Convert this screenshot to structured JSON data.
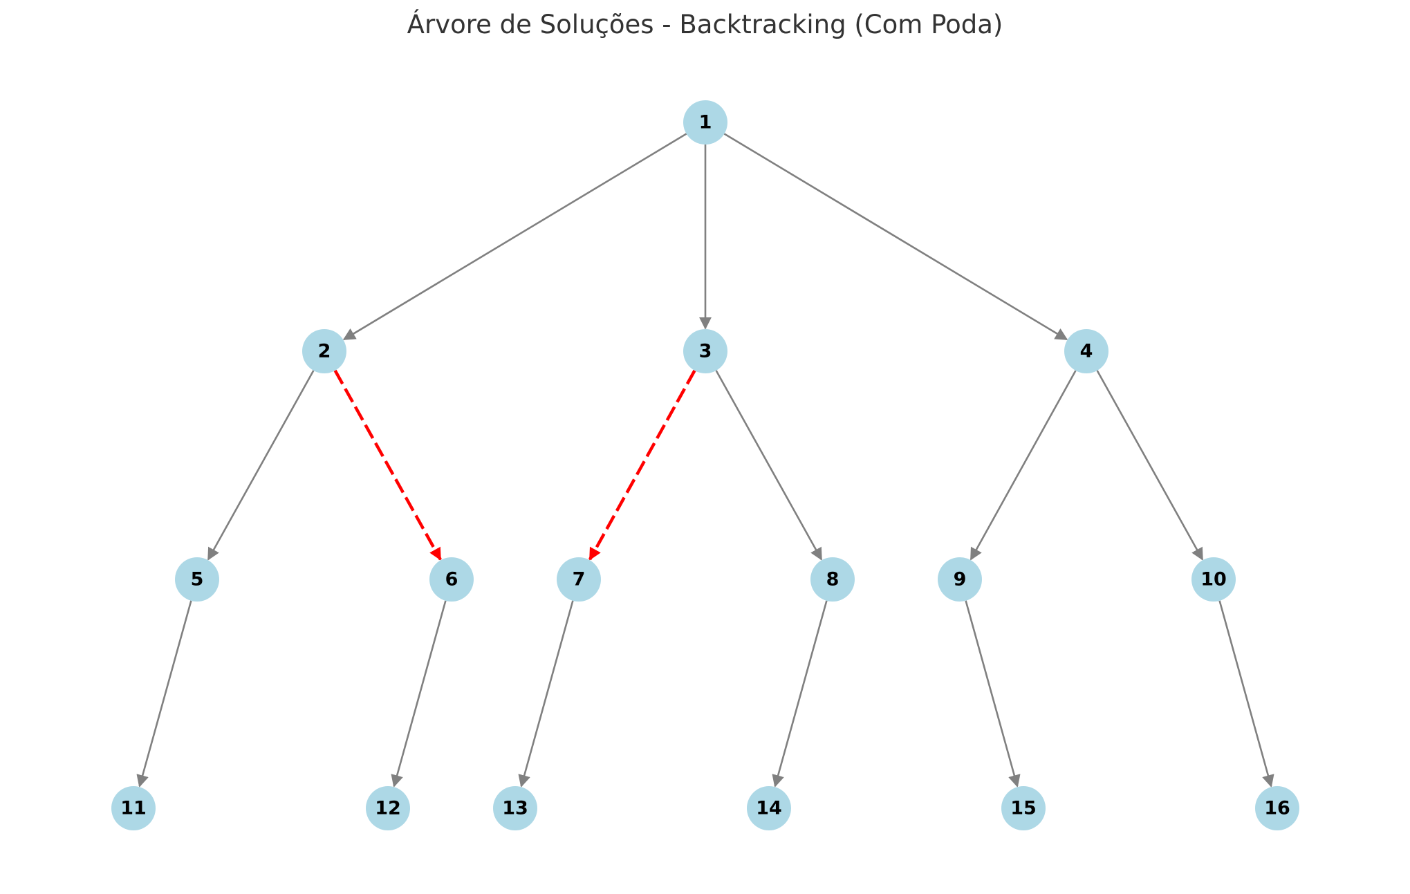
{
  "title": "Árvore de Soluções - Backtracking (Com Poda)",
  "colors": {
    "node_fill": "#add8e6",
    "edge": "#808080",
    "pruned_edge": "#ff0000",
    "label": "#000000",
    "title": "#333333"
  },
  "nodes": [
    {
      "id": "n1",
      "label": "1",
      "level": 0
    },
    {
      "id": "n2",
      "label": "2",
      "level": 1
    },
    {
      "id": "n3",
      "label": "3",
      "level": 1
    },
    {
      "id": "n4",
      "label": "4",
      "level": 1
    },
    {
      "id": "n5",
      "label": "5",
      "level": 2
    },
    {
      "id": "n6",
      "label": "6",
      "level": 2
    },
    {
      "id": "n7",
      "label": "7",
      "level": 2
    },
    {
      "id": "n8",
      "label": "8",
      "level": 2
    },
    {
      "id": "n9",
      "label": "9",
      "level": 2
    },
    {
      "id": "n10",
      "label": "10",
      "level": 2
    },
    {
      "id": "n11",
      "label": "11",
      "level": 3
    },
    {
      "id": "n12",
      "label": "12",
      "level": 3
    },
    {
      "id": "n13",
      "label": "13",
      "level": 3
    },
    {
      "id": "n14",
      "label": "14",
      "level": 3
    },
    {
      "id": "n15",
      "label": "15",
      "level": 3
    },
    {
      "id": "n16",
      "label": "16",
      "level": 3
    }
  ],
  "edges": [
    {
      "from": "n1",
      "to": "n2",
      "pruned": false
    },
    {
      "from": "n1",
      "to": "n3",
      "pruned": false
    },
    {
      "from": "n1",
      "to": "n4",
      "pruned": false
    },
    {
      "from": "n2",
      "to": "n5",
      "pruned": false
    },
    {
      "from": "n2",
      "to": "n6",
      "pruned": true
    },
    {
      "from": "n3",
      "to": "n7",
      "pruned": true
    },
    {
      "from": "n3",
      "to": "n8",
      "pruned": false
    },
    {
      "from": "n4",
      "to": "n9",
      "pruned": false
    },
    {
      "from": "n4",
      "to": "n10",
      "pruned": false
    },
    {
      "from": "n5",
      "to": "n11",
      "pruned": false
    },
    {
      "from": "n6",
      "to": "n12",
      "pruned": false
    },
    {
      "from": "n7",
      "to": "n13",
      "pruned": false
    },
    {
      "from": "n8",
      "to": "n14",
      "pruned": false
    },
    {
      "from": "n9",
      "to": "n15",
      "pruned": false
    },
    {
      "from": "n10",
      "to": "n16",
      "pruned": false
    }
  ]
}
